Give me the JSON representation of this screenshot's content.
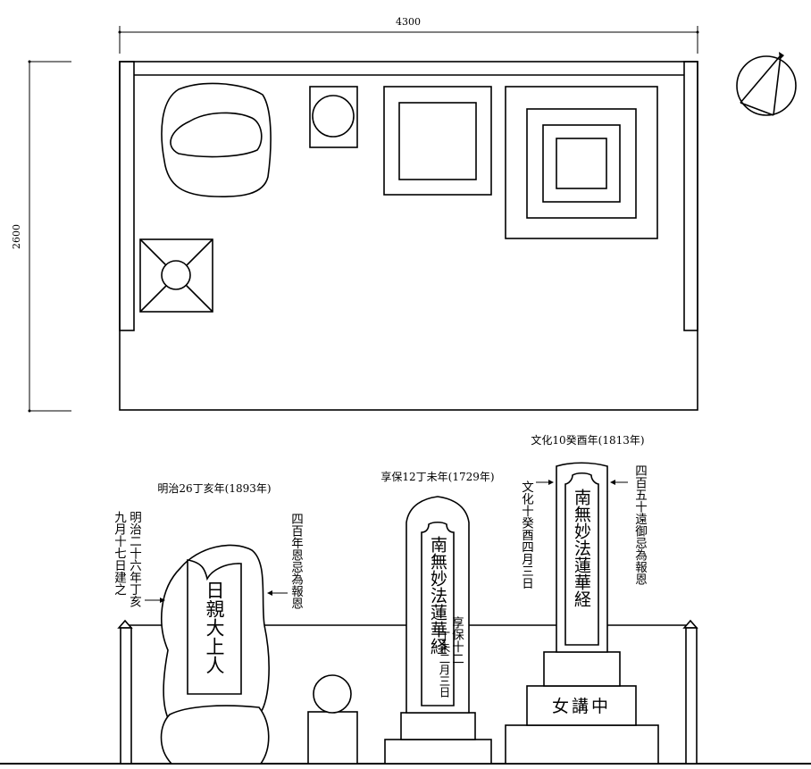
{
  "dimensions": {
    "width_label": "4300",
    "depth_label": "2600"
  },
  "elevation": {
    "left_monument": {
      "date_caption": "明治26丁亥年(1893年)",
      "side_inscription": "明治二十六年丁亥九月十七日建之",
      "side_inscription_lines": [
        "明治二十六年丁亥",
        "九月十七日建之"
      ],
      "front_inscription": "日親大上人",
      "back_inscription": "四百年恩忌為報恩"
    },
    "center_monument": {
      "date_caption": "享保12丁未年(1729年)",
      "front_inscription": "南無妙法蓮華経",
      "side_inscription_lines": [
        "享保十二",
        "丁未二月三日"
      ]
    },
    "right_monument": {
      "date_caption": "文化10癸酉年(1813年)",
      "left_inscription": "文化十癸酉四月三日",
      "front_inscription": "南無妙法蓮華経",
      "right_inscription": "四百五十遠御忌為報恩",
      "base_inscription": "女講中"
    }
  }
}
